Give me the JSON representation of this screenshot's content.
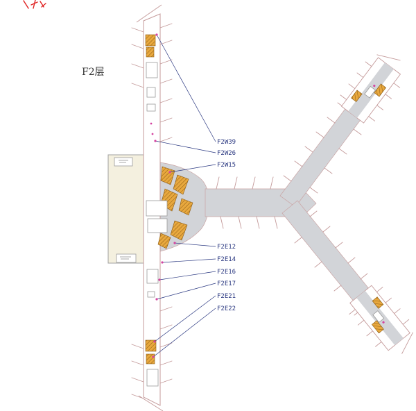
{
  "floor_label": "F2层",
  "gate_labels": [
    {
      "id": "F2W39",
      "text": "F2W39"
    },
    {
      "id": "F2W26",
      "text": "F2W26"
    },
    {
      "id": "F2W15",
      "text": "F2W15"
    },
    {
      "id": "F2E12",
      "text": "F2E12"
    },
    {
      "id": "F2E14",
      "text": "F2E14"
    },
    {
      "id": "F2E16",
      "text": "F2E16"
    },
    {
      "id": "F2E17",
      "text": "F2E17"
    },
    {
      "id": "F2E21",
      "text": "F2E21"
    },
    {
      "id": "F2E22",
      "text": "F2E22"
    }
  ],
  "colors": {
    "outline_pink": "#c49a9a",
    "area_gray": "#d2d4d8",
    "shop_orange": "#e8a83e",
    "label_navy": "#27357f",
    "building_cream": "#f4f0df",
    "marker_magenta": "#d543a0",
    "annotation_red": "#e02020"
  }
}
